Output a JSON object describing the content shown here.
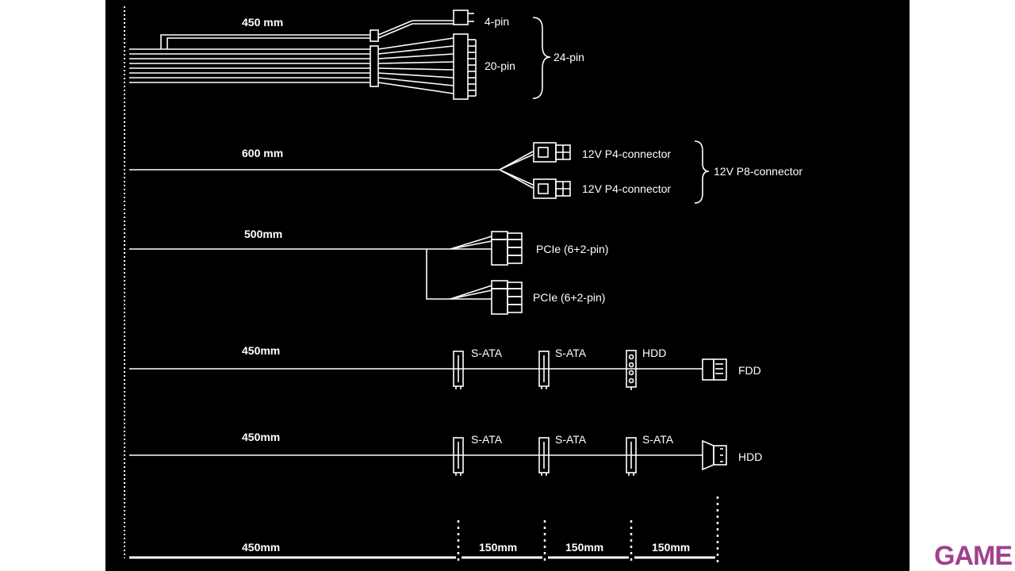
{
  "watermark": "GAME",
  "cables": {
    "atx": {
      "length": "450 mm",
      "connector_4pin": "4-pin",
      "connector_20pin": "20-pin",
      "connector_24pin": "24-pin"
    },
    "eps": {
      "length": "600 mm",
      "connector_p4_a": "12V P4-connector",
      "connector_p4_b": "12V P4-connector",
      "connector_p8": "12V P8-connector"
    },
    "pcie": {
      "length": "500mm",
      "connector_a": "PCIe (6+2-pin)",
      "connector_b": "PCIe (6+2-pin)"
    },
    "peripheral_1": {
      "length": "450mm",
      "c1": "S-ATA",
      "c2": "S-ATA",
      "c3": "HDD",
      "c4": "FDD"
    },
    "peripheral_2": {
      "length": "450mm",
      "c1": "S-ATA",
      "c2": "S-ATA",
      "c3": "S-ATA",
      "c4": "HDD"
    }
  },
  "scale": {
    "segment_main": "450mm",
    "segment_1": "150mm",
    "segment_2": "150mm",
    "segment_3": "150mm"
  }
}
